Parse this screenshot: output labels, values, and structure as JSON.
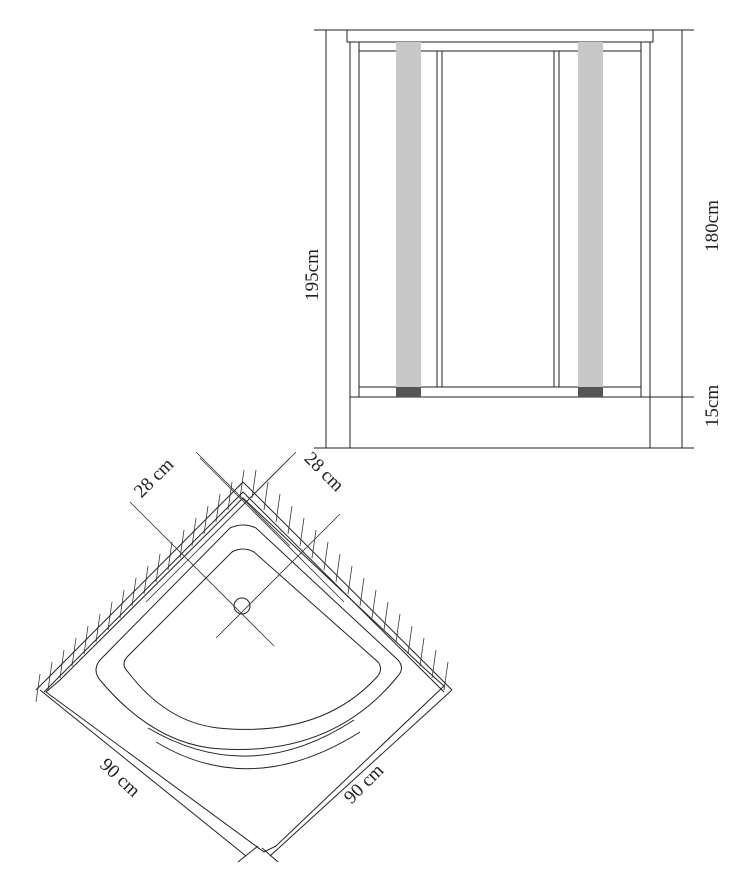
{
  "front_view": {
    "total_height_label": "195cm",
    "door_height_label": "180cm",
    "base_height_label": "15cm",
    "colors": {
      "frame": "#222222",
      "handle": "#c8c8c8",
      "handle_foot": "#555555"
    }
  },
  "top_view": {
    "drain_offset_left_label": "28 cm",
    "drain_offset_right_label": "28 cm",
    "width_left_label": "90 cm",
    "width_right_label": "90 cm"
  }
}
